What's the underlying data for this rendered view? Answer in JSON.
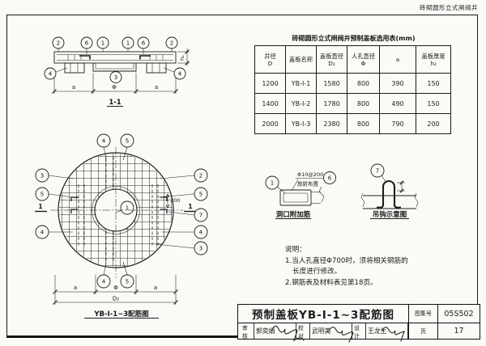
{
  "header": {
    "corner_note": "砖砌圆形立式闸阀井"
  },
  "section": {
    "label": "1-1",
    "top_callouts": [
      "2",
      "6",
      "1",
      "1",
      "6",
      "2"
    ],
    "bottom_callouts": [
      "4",
      "3",
      "4"
    ],
    "dim_a_left": "a",
    "dim_phi": "Φ",
    "dim_a_right": "a",
    "dim_thickness": "h₂"
  },
  "plan": {
    "label": "YB-I-1~3配筋图",
    "center_callout": "1",
    "top_callouts": [
      "4",
      "5"
    ],
    "bottom_callouts": [
      "4",
      "5"
    ],
    "left_callouts": [
      "3",
      "5",
      "4"
    ],
    "right_callouts": [
      "2",
      "5",
      "7",
      "4",
      "3"
    ],
    "section_mark_left": "1",
    "section_mark_right": "1",
    "dim_300": "300",
    "dim_a_left": "a",
    "dim_phi": "Φ",
    "dim_a_right": "a",
    "dim_total": "D₂"
  },
  "table": {
    "title": "砖砌圆形立式闸阀井预制盖板选用表(mm)",
    "headers": [
      {
        "l1": "井径",
        "l2": "D"
      },
      {
        "l1": "盖板名称",
        "l2": ""
      },
      {
        "l1": "盖板直径",
        "l2": "D₂"
      },
      {
        "l1": "人孔直径",
        "l2": "Φ"
      },
      {
        "l1": "a",
        "l2": ""
      },
      {
        "l1": "盖板厚度",
        "l2": "h₂"
      }
    ],
    "rows": [
      [
        "1200",
        "YB-I-1",
        "1580",
        "800",
        "390",
        "150"
      ],
      [
        "1400",
        "YB-I-2",
        "1780",
        "800",
        "490",
        "150"
      ],
      [
        "2000",
        "YB-I-3",
        "2380",
        "800",
        "790",
        "200"
      ]
    ]
  },
  "details": {
    "hole": {
      "callout": "1",
      "note1": "Φ10@200",
      "note2": "放射布置",
      "note_callout": "6",
      "label": "洞口附加筋"
    },
    "hook": {
      "callout": "7",
      "label": "吊钩示意图"
    }
  },
  "notes": {
    "heading": "说明：",
    "items": [
      "1.当人孔直径Φ700时，须将相关钢筋的",
      "长度进行修改。",
      "2.钢筋表及材料表见第18页。"
    ]
  },
  "titleblock": {
    "title": "预制盖板YB-I-1~3配筋图",
    "atlas_label": "图集号",
    "atlas_no": "05S502",
    "page_label": "页",
    "page_no": "17",
    "reviewer_label": "审核",
    "reviewer": "郭奕娟",
    "checker_label": "校对",
    "checker": "武明美",
    "designer_label": "设计",
    "designer": "王龙生"
  }
}
